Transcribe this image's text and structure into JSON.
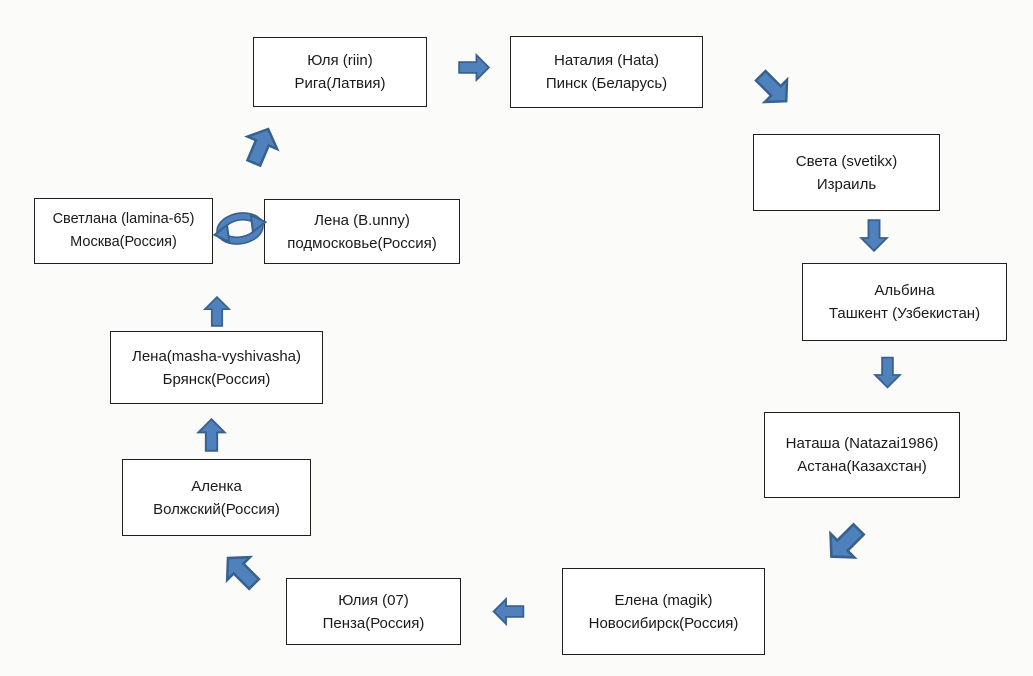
{
  "diagram": {
    "colors": {
      "arrow_fill": "#4f81bd",
      "arrow_stroke": "#38618f",
      "box_border": "#1f1f1f",
      "box_bg": "#ffffff",
      "text": "#1a1a1a",
      "background": "#fbfbf9"
    },
    "nodes": [
      {
        "name": "Юля (riin)",
        "location": "Рига(Латвия)"
      },
      {
        "name": "Наталия (Hata)",
        "location": "Пинск (Беларусь)"
      },
      {
        "name": "Света (svetikx)",
        "location": "Израиль"
      },
      {
        "name": "Альбина",
        "location": "Ташкент (Узбекистан)"
      },
      {
        "name": "Наташа (Natazai1986)",
        "location": "Астана(Казахстан)"
      },
      {
        "name": "Елена (magik)",
        "location": "Новосибирск(Россия)"
      },
      {
        "name": "Юлия (07)",
        "location": "Пенза(Россия)"
      },
      {
        "name": "Аленка",
        "location": "Волжский(Россия)"
      },
      {
        "name": "Лена(masha-vyshivasha)",
        "location": "Брянск(Россия)"
      },
      {
        "name": "Светлана (lamina-65)",
        "location": "Москва(Россия)"
      },
      {
        "name": "Лена (B.unny)",
        "location": "подмосковье(Россия)"
      }
    ],
    "connections": [
      {
        "from": "Юля (riin)",
        "to": "Наталия (Hata)",
        "type": "arrow"
      },
      {
        "from": "Наталия (Hata)",
        "to": "Света (svetikx)",
        "type": "arrow"
      },
      {
        "from": "Света (svetikx)",
        "to": "Альбина",
        "type": "arrow"
      },
      {
        "from": "Альбина",
        "to": "Наташа (Natazai1986)",
        "type": "arrow"
      },
      {
        "from": "Наташа (Natazai1986)",
        "to": "Елена (magik)",
        "type": "arrow"
      },
      {
        "from": "Елена (magik)",
        "to": "Юлия (07)",
        "type": "arrow"
      },
      {
        "from": "Юлия (07)",
        "to": "Аленка",
        "type": "arrow"
      },
      {
        "from": "Аленка",
        "to": "Лена(masha-vyshivasha)",
        "type": "arrow"
      },
      {
        "from": "Лена(masha-vyshivasha)",
        "to": "Светлана (lamina-65)",
        "type": "arrow"
      },
      {
        "from": "Светлана (lamina-65)",
        "to": "Лена (B.unny)",
        "type": "swap-loop"
      },
      {
        "from": "Лена (B.unny)",
        "to": "Юля (riin)",
        "type": "arrow"
      }
    ]
  }
}
